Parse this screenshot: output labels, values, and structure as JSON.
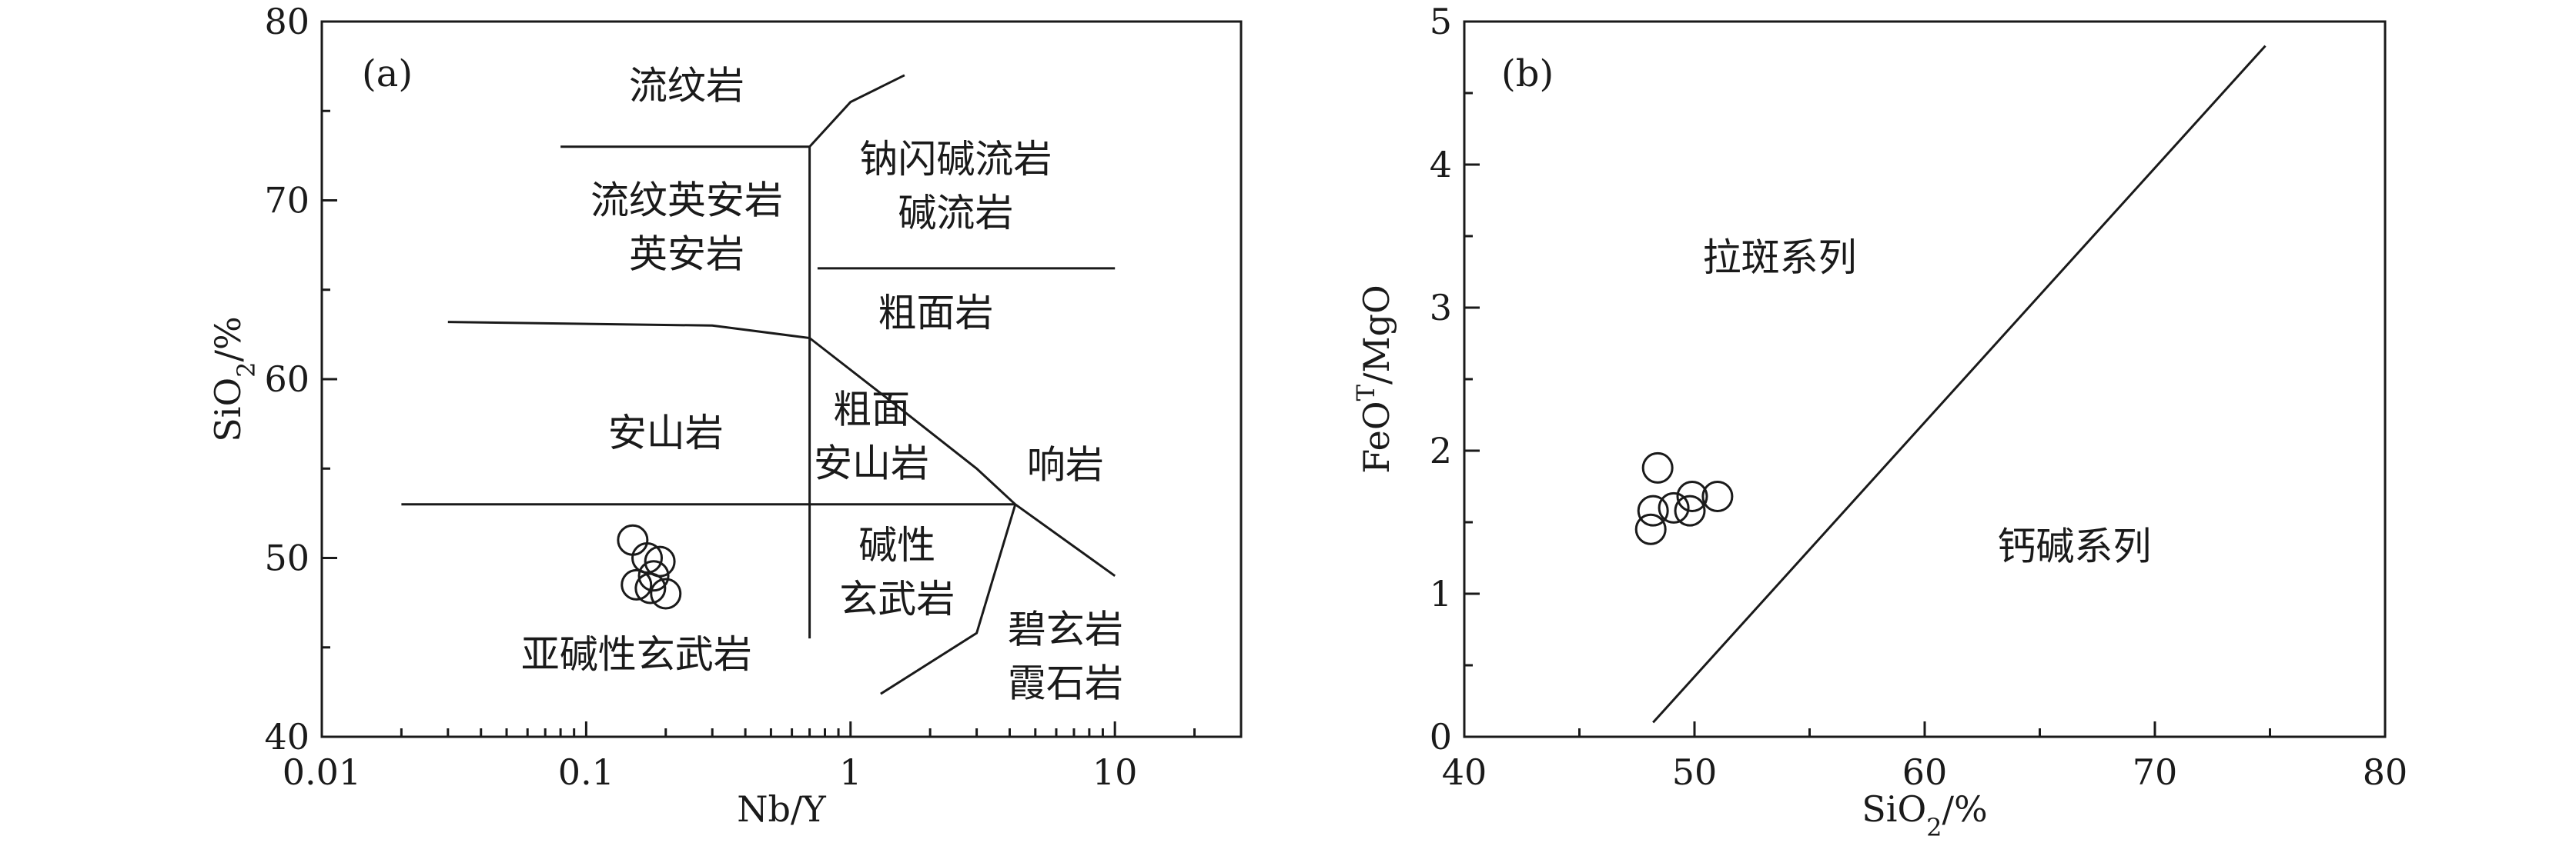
{
  "chart_data": [
    {
      "type": "scatter",
      "panel_label": "(a)",
      "xlabel_parts": [
        "Nb/Y"
      ],
      "ylabel_parts": [
        "SiO",
        "2",
        "/%"
      ],
      "xscale": "log",
      "xlim": [
        0.01,
        30
      ],
      "ylim": [
        40,
        80
      ],
      "xticks": [
        0.01,
        0.1,
        1,
        10
      ],
      "xtick_labels": [
        "0.01",
        "0.1",
        "1",
        "10"
      ],
      "yticks": [
        40,
        50,
        60,
        70,
        80
      ],
      "ytick_labels": [
        "40",
        "50",
        "60",
        "70",
        "80"
      ],
      "boundaries": [
        [
          [
            0.08,
            73
          ],
          [
            0.7,
            73
          ]
        ],
        [
          [
            0.7,
            73
          ],
          [
            1.0,
            75.5
          ],
          [
            1.6,
            77
          ]
        ],
        [
          [
            0.7,
            73
          ],
          [
            0.7,
            45.5
          ]
        ],
        [
          [
            0.75,
            66.2
          ],
          [
            10,
            66.2
          ]
        ],
        [
          [
            0.03,
            63.2
          ],
          [
            0.3,
            63.0
          ],
          [
            0.7,
            62.3
          ],
          [
            1.5,
            58.5
          ],
          [
            3.0,
            55.0
          ],
          [
            4.2,
            53.0
          ]
        ],
        [
          [
            0.02,
            53.0
          ],
          [
            4.2,
            53.0
          ]
        ],
        [
          [
            4.2,
            53.0
          ],
          [
            10,
            49.0
          ]
        ],
        [
          [
            4.2,
            53.0
          ],
          [
            3.0,
            45.8
          ],
          [
            1.3,
            42.4
          ]
        ]
      ],
      "field_labels": [
        {
          "lines": [
            "流纹岩"
          ],
          "x": 0.24,
          "y": 76.4
        },
        {
          "lines": [
            "流纹英安岩",
            "英安岩"
          ],
          "x": 0.24,
          "y": 68.5
        },
        {
          "lines": [
            "钠闪碱流岩",
            "碱流岩"
          ],
          "x": 2.5,
          "y": 70.8
        },
        {
          "lines": [
            "粗面岩"
          ],
          "x": 2.1,
          "y": 63.7
        },
        {
          "lines": [
            "安山岩"
          ],
          "x": 0.2,
          "y": 57.0
        },
        {
          "lines": [
            "粗面",
            "安山岩"
          ],
          "x": 1.2,
          "y": 56.8
        },
        {
          "lines": [
            "响岩"
          ],
          "x": 6.5,
          "y": 55.2
        },
        {
          "lines": [
            "碱性",
            "玄武岩"
          ],
          "x": 1.5,
          "y": 49.2
        },
        {
          "lines": [
            "亚碱性玄武岩"
          ],
          "x": 0.155,
          "y": 44.6
        },
        {
          "lines": [
            "碧玄岩",
            "霞石岩"
          ],
          "x": 6.5,
          "y": 44.5
        }
      ],
      "points": [
        {
          "x": 0.15,
          "y": 51.0
        },
        {
          "x": 0.17,
          "y": 50.0
        },
        {
          "x": 0.19,
          "y": 49.8
        },
        {
          "x": 0.18,
          "y": 49.0
        },
        {
          "x": 0.155,
          "y": 48.5
        },
        {
          "x": 0.175,
          "y": 48.3
        },
        {
          "x": 0.2,
          "y": 48.0
        }
      ]
    },
    {
      "type": "scatter",
      "panel_label": "(b)",
      "xlabel_parts": [
        "SiO",
        "2",
        "/%"
      ],
      "ylabel_parts": [
        "FeO",
        "T",
        "/MgO"
      ],
      "xlim": [
        40,
        80
      ],
      "ylim": [
        0,
        5
      ],
      "xticks": [
        40,
        50,
        60,
        70,
        80
      ],
      "xtick_labels": [
        "40",
        "50",
        "60",
        "70",
        "80"
      ],
      "yticks": [
        0,
        1,
        2,
        3,
        4,
        5
      ],
      "ytick_labels": [
        "0",
        "1",
        "2",
        "3",
        "4",
        "5"
      ],
      "boundaries": [
        [
          [
            48.2,
            0.1
          ],
          [
            74.8,
            4.83
          ]
        ]
      ],
      "field_labels": [
        {
          "lines": [
            "拉斑系列"
          ],
          "x": 53.7,
          "y": 3.35
        },
        {
          "lines": [
            "钙碱系列"
          ],
          "x": 66.5,
          "y": 1.33
        }
      ],
      "points": [
        {
          "x": 48.4,
          "y": 1.88
        },
        {
          "x": 48.2,
          "y": 1.58
        },
        {
          "x": 48.1,
          "y": 1.45
        },
        {
          "x": 49.1,
          "y": 1.6
        },
        {
          "x": 49.9,
          "y": 1.68
        },
        {
          "x": 49.8,
          "y": 1.58
        },
        {
          "x": 51.0,
          "y": 1.68
        }
      ]
    }
  ]
}
